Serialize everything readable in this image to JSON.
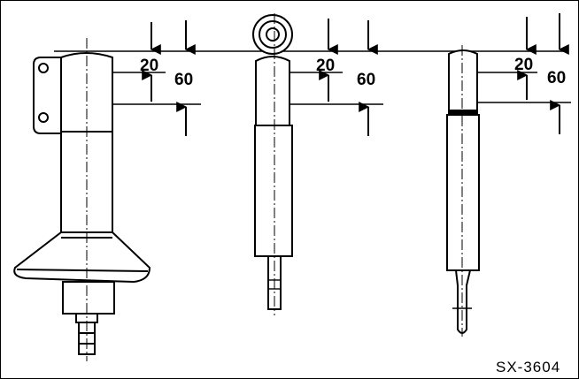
{
  "figure": {
    "code": "SX-3604",
    "dimensions": {
      "upper": "20",
      "lower": "60"
    }
  },
  "shocks": [
    {
      "id": "strut-with-bracket-and-spring-seat"
    },
    {
      "id": "eye-mount-shock"
    },
    {
      "id": "slim-stem-shock"
    }
  ]
}
